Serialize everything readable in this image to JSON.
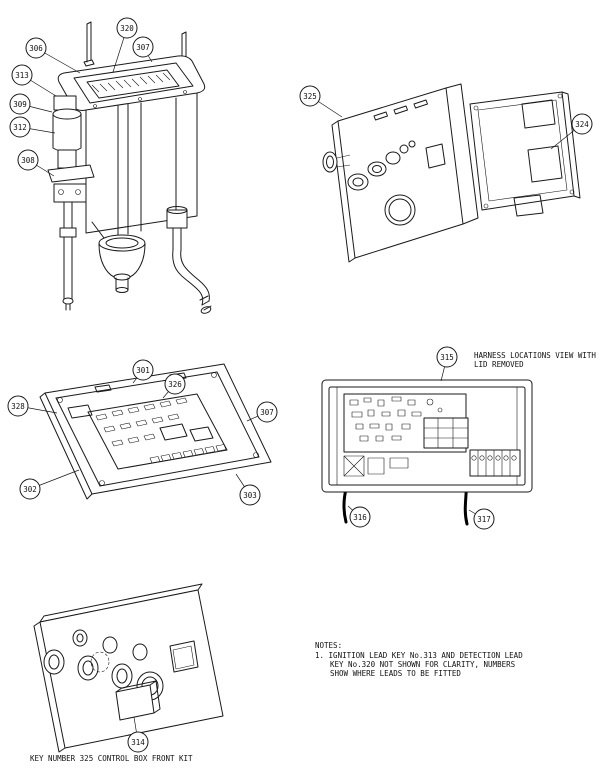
{
  "page": {
    "background": "#ffffff",
    "line_color": "#1a1a1a"
  },
  "callouts": {
    "tank": {
      "c306": "306",
      "c320": "320",
      "c307": "307",
      "c313": "313",
      "c309": "309",
      "c312": "312",
      "c308": "308"
    },
    "exploded": {
      "c325": "325",
      "c324": "324"
    },
    "open_box": {
      "c301": "301",
      "c328": "328",
      "c326": "326",
      "c307": "307",
      "c302": "302",
      "c303": "303"
    },
    "harness": {
      "c315": "315",
      "c316": "316",
      "c317": "317"
    },
    "front": {
      "c314": "314"
    }
  },
  "captions": {
    "harness_line1": "HARNESS LOCATIONS VIEW WITH",
    "harness_line2": "LID REMOVED",
    "front_kit": "KEY NUMBER 325 CONTROL BOX FRONT KIT"
  },
  "notes": {
    "title": "NOTES:",
    "line1": "1. IGNITION LEAD KEY No.313 AND DETECTION LEAD",
    "line2": "KEY No.320 NOT SHOWN FOR CLARITY, NUMBERS",
    "line3": "SHOW WHERE LEADS TO BE FITTED"
  }
}
